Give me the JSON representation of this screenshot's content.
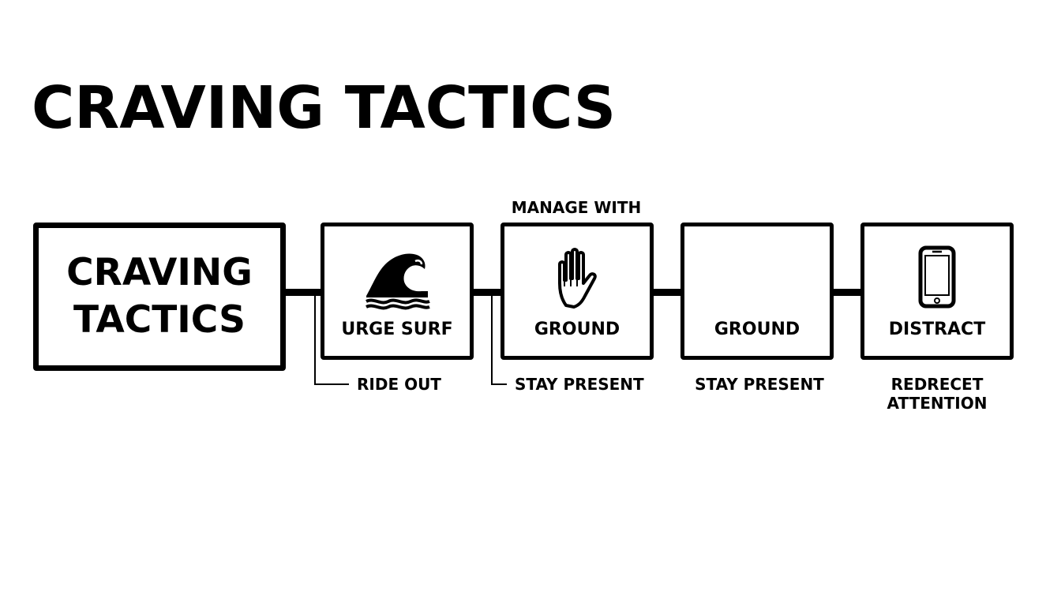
{
  "title": "CRAVING TACTICS",
  "diagram": {
    "main_box": {
      "line1": "CRAVING",
      "line2": "TACTICS"
    },
    "top_label": "MANAGE WITH",
    "steps": [
      {
        "label": "URGE SURF",
        "icon": "wave-icon",
        "caption": "RIDE OUT"
      },
      {
        "label": "GROUND",
        "icon": "hand-icon",
        "caption": "STAY PRESENT"
      },
      {
        "label": "GROUND",
        "icon": "",
        "caption": "STAY PRESENT"
      },
      {
        "label": "DISTRACT",
        "icon": "phone-icon",
        "caption_line1": "REDRECET",
        "caption_line2": "ATTENTION"
      }
    ]
  }
}
